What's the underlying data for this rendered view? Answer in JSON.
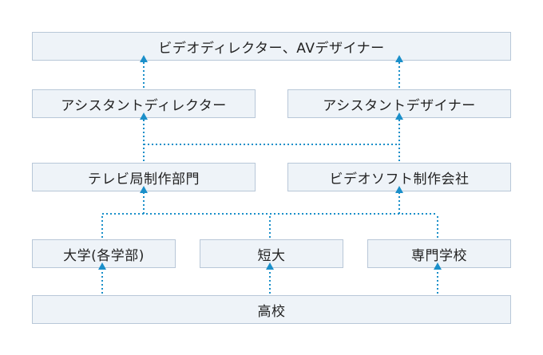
{
  "boxes": {
    "top": "ビデオディレクター、AVデザイナー",
    "asst_director": "アシスタントディレクター",
    "asst_designer": "アシスタントデザイナー",
    "tv_dept": "テレビ局制作部門",
    "video_company": "ビデオソフト制作会社",
    "university": "大学(各学部)",
    "junior_college": "短大",
    "vocational_school": "専門学校",
    "high_school": "高校"
  },
  "colors": {
    "box_fill": "#eef3f8",
    "box_border": "#b8c7d8",
    "connector": "#1a8fc9"
  }
}
